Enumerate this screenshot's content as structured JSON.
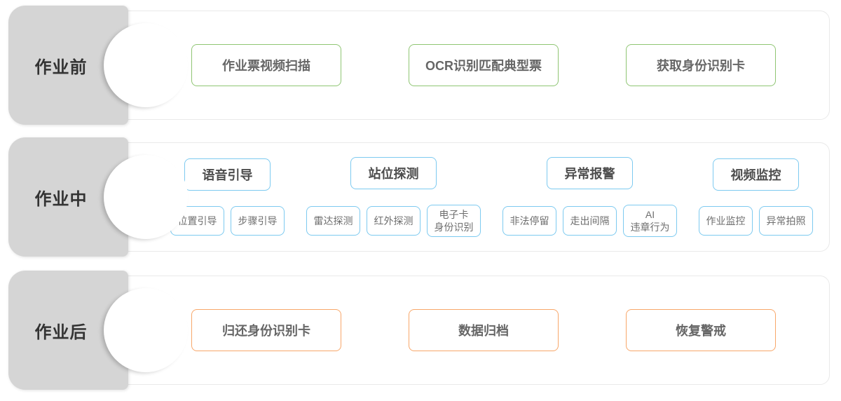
{
  "diagram": {
    "colors": {
      "pre_accent": "#8fc573",
      "during_accent": "#7dcaf0",
      "post_accent": "#f8a76a",
      "tab_bg": "#d5d5d5",
      "panel_border": "#e9e9e9"
    },
    "sections": [
      {
        "label": "作业前",
        "boxes": [
          "作业票视频扫描",
          "OCR识别匹配典型票",
          "获取身份识别卡"
        ]
      },
      {
        "label": "作业中",
        "groups": [
          {
            "header": "语音引导",
            "subs": [
              [
                "位置引导"
              ],
              [
                "步骤引导"
              ]
            ]
          },
          {
            "header": "站位探测",
            "subs": [
              [
                "雷达探测"
              ],
              [
                "红外探测"
              ],
              [
                "电子卡",
                "身份识别"
              ]
            ]
          },
          {
            "header": "异常报警",
            "subs": [
              [
                "非法停留"
              ],
              [
                "走出间隔"
              ],
              [
                "AI",
                "违章行为"
              ]
            ]
          },
          {
            "header": "视频监控",
            "subs": [
              [
                "作业监控"
              ],
              [
                "异常拍照"
              ]
            ]
          }
        ]
      },
      {
        "label": "作业后",
        "boxes": [
          "归还身份识别卡",
          "数据归档",
          "恢复警戒"
        ]
      }
    ]
  }
}
